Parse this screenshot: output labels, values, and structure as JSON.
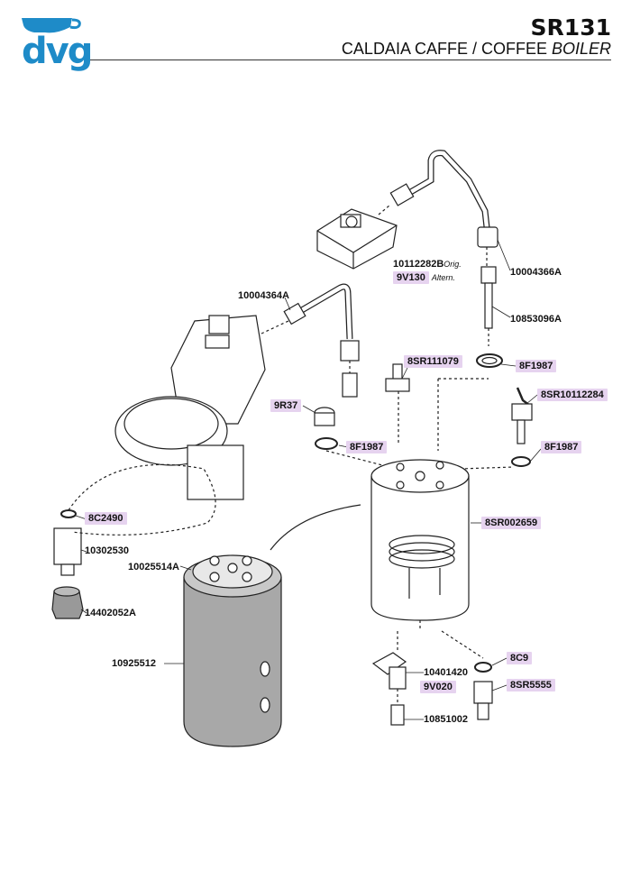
{
  "header": {
    "brand": "dvg",
    "model": "SR131",
    "title_prefix": "CALDAIA CAFFE / COFFEE ",
    "title_boiler": "BOILER"
  },
  "parts": {
    "p10004366A": "10004366A",
    "p10853096A": "10853096A",
    "p8F1987_a": "8F1987",
    "p8F1987_b": "8F1987",
    "p8F1987_c": "8F1987",
    "p10112282B": "10112282B",
    "orig_note": "Orig.",
    "p9V130": "9V130",
    "altern_note": "Altern.",
    "p10004364A": "10004364A",
    "p8SR111079": "8SR111079",
    "p8SR10112284": "8SR10112284",
    "p9R37": "9R37",
    "p8C2490": "8C2490",
    "p10302530": "10302530",
    "p10025514A": "10025514A",
    "p14402052A": "14402052A",
    "p8SR002659": "8SR002659",
    "p10925512": "10925512",
    "p8C9": "8C9",
    "p10401420": "10401420",
    "p9V020": "9V020",
    "p8SR5555": "8SR5555",
    "p10851002": "10851002"
  }
}
